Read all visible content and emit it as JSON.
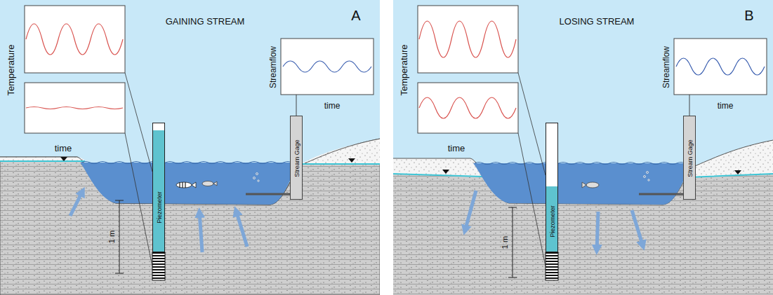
{
  "diagram": {
    "nodes": [
      {
        "text": [
          "GAINING STREAM",
          "A"
        ]
      },
      {
        "text": [
          "Piezometer"
        ],
        "in": 0
      },
      {
        "text": [
          "Stream Gage"
        ],
        "in": 0
      },
      {
        "text": [
          "Streamflow",
          "time"
        ],
        "in": 0
      },
      {
        "text": [
          "LOSING STREAM",
          "B"
        ]
      },
      {
        "text": [
          "Piezometer"
        ],
        "in": 4
      },
      {
        "text": [
          "Stream Gage"
        ],
        "in": 4
      },
      {
        "text": [
          "Streamflow",
          "time"
        ],
        "in": 4
      }
    ],
    "edges": [
      {
        "from": 3,
        "to": 2,
        "arrow": "none"
      },
      {
        "from": 7,
        "to": 6,
        "arrow": "none"
      }
    ],
    "labels": [
      "Temperature",
      "time",
      "1 m",
      "Temperature",
      "time",
      "1 m"
    ]
  }
}
